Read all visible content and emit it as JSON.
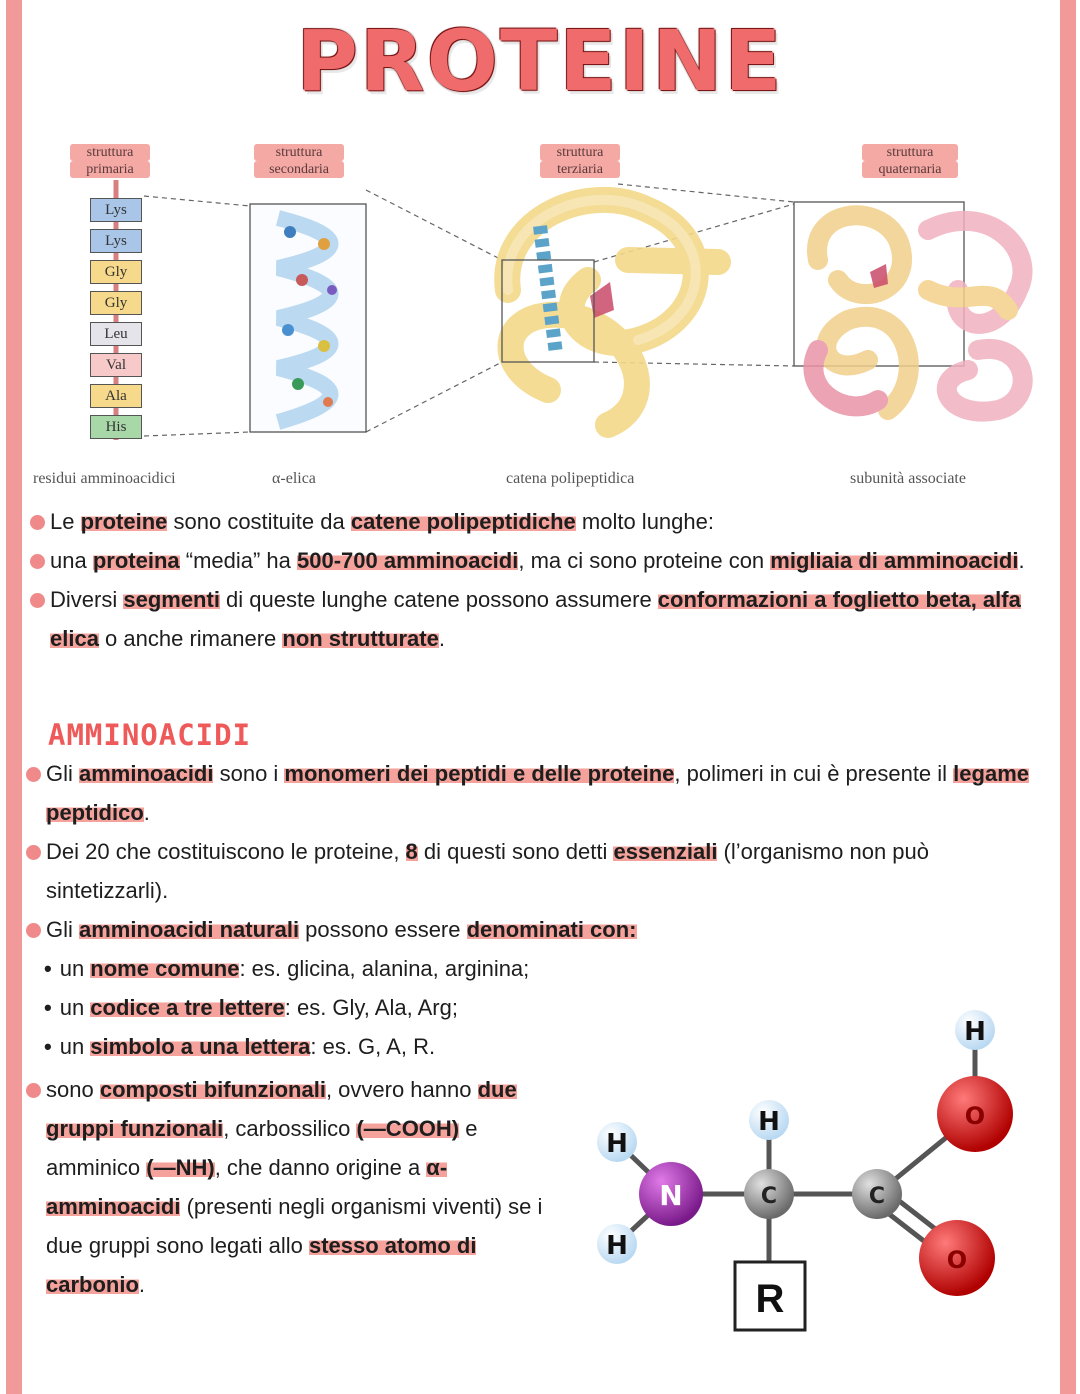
{
  "title": "PROTEINE",
  "figure": {
    "levels": [
      {
        "tag1": "struttura",
        "tag2": "primaria",
        "caption": "residui amminoacidici"
      },
      {
        "tag1": "struttura",
        "tag2": "secondaria",
        "caption": "α-elica"
      },
      {
        "tag1": "struttura",
        "tag2": "terziaria",
        "caption": "catena polipeptidica"
      },
      {
        "tag1": "struttura",
        "tag2": "quaternaria",
        "caption": "subunità associate"
      }
    ],
    "residues": [
      "Lys",
      "Lys",
      "Gly",
      "Gly",
      "Leu",
      "Val",
      "Ala",
      "His"
    ],
    "residue_colors": [
      "#a9c6e8",
      "#a9c6e8",
      "#f6d98a",
      "#f6d98a",
      "#e4e4ea",
      "#f7c9c9",
      "#f6d98a",
      "#a8d8a8"
    ]
  },
  "intro": {
    "p1": {
      "a": "Le ",
      "b": "proteine",
      "c": " sono costituite da ",
      "d": "catene polipeptidiche",
      "e": " molto lunghe:"
    },
    "p2": {
      "a": "una ",
      "b": "proteina",
      "c": " “media” ha ",
      "d": "500-700 amminoacidi",
      "e": ", ma ci sono proteine con ",
      "f": "migliaia di amminoacidi",
      "g": "."
    },
    "p3": {
      "a": "Diversi ",
      "b": "segmenti",
      "c": " di queste lunghe catene possono assumere ",
      "d": "conformazioni a foglietto beta, alfa elica",
      "e": " o anche rimanere ",
      "f": "non strutturate",
      "g": "."
    }
  },
  "section_title": "AMMINOACIDI",
  "amino": {
    "p1": {
      "a": "Gli ",
      "b": "amminoacidi",
      "c": " sono i ",
      "d": "monomeri dei peptidi e delle proteine",
      "e": ", polimeri in cui è presente il ",
      "f": "legame peptidico",
      "g": "."
    },
    "p2": {
      "a": "Dei 20 che costituiscono le proteine, ",
      "b": "8",
      "c": " di questi sono detti ",
      "d": "essenziali",
      "e": " (l’organismo non può sintetizzarli)."
    },
    "p3": {
      "a": "Gli ",
      "b": "amminoacidi naturali",
      "c": " possono essere ",
      "d": "denominati con:"
    },
    "bullet": "•",
    "list": [
      {
        "a": "un ",
        "b": "nome comune",
        "c": ": es. glicina, alanina, arginina;"
      },
      {
        "a": "un ",
        "b": "codice a tre lettere",
        "c": ": es. Gly, Ala, Arg;"
      },
      {
        "a": "un ",
        "b": "simbolo a una lettera",
        "c": ": es. G, A, R."
      }
    ],
    "p4": {
      "a": "sono ",
      "b": "composti bifunzionali",
      "c": ", ovvero hanno ",
      "d": "due gruppi funzionali",
      "e": ", carbossilico ",
      "f": "(—COOH)",
      "g": " e amminico ",
      "h": "(—NH)",
      "i": ", che danno origine a ",
      "j": "α-amminoacidi",
      "k": " (presenti negli organismi viventi) se i due gruppi sono legati allo ",
      "l": "stesso atomo di carbonio",
      "m": "."
    }
  },
  "molecule": {
    "atoms": {
      "h": "H",
      "n": "N",
      "c": "C",
      "o": "O",
      "r": "R"
    },
    "colors": {
      "hydrogen": "#e6f1fb",
      "nitrogen": "#a02ab0",
      "carbon": "#8a8a8a",
      "oxygen": "#dd1c1c"
    }
  },
  "colors": {
    "accent": "#f06b6b",
    "highlight": "#f4a29b",
    "frame": "#f29a9a"
  }
}
